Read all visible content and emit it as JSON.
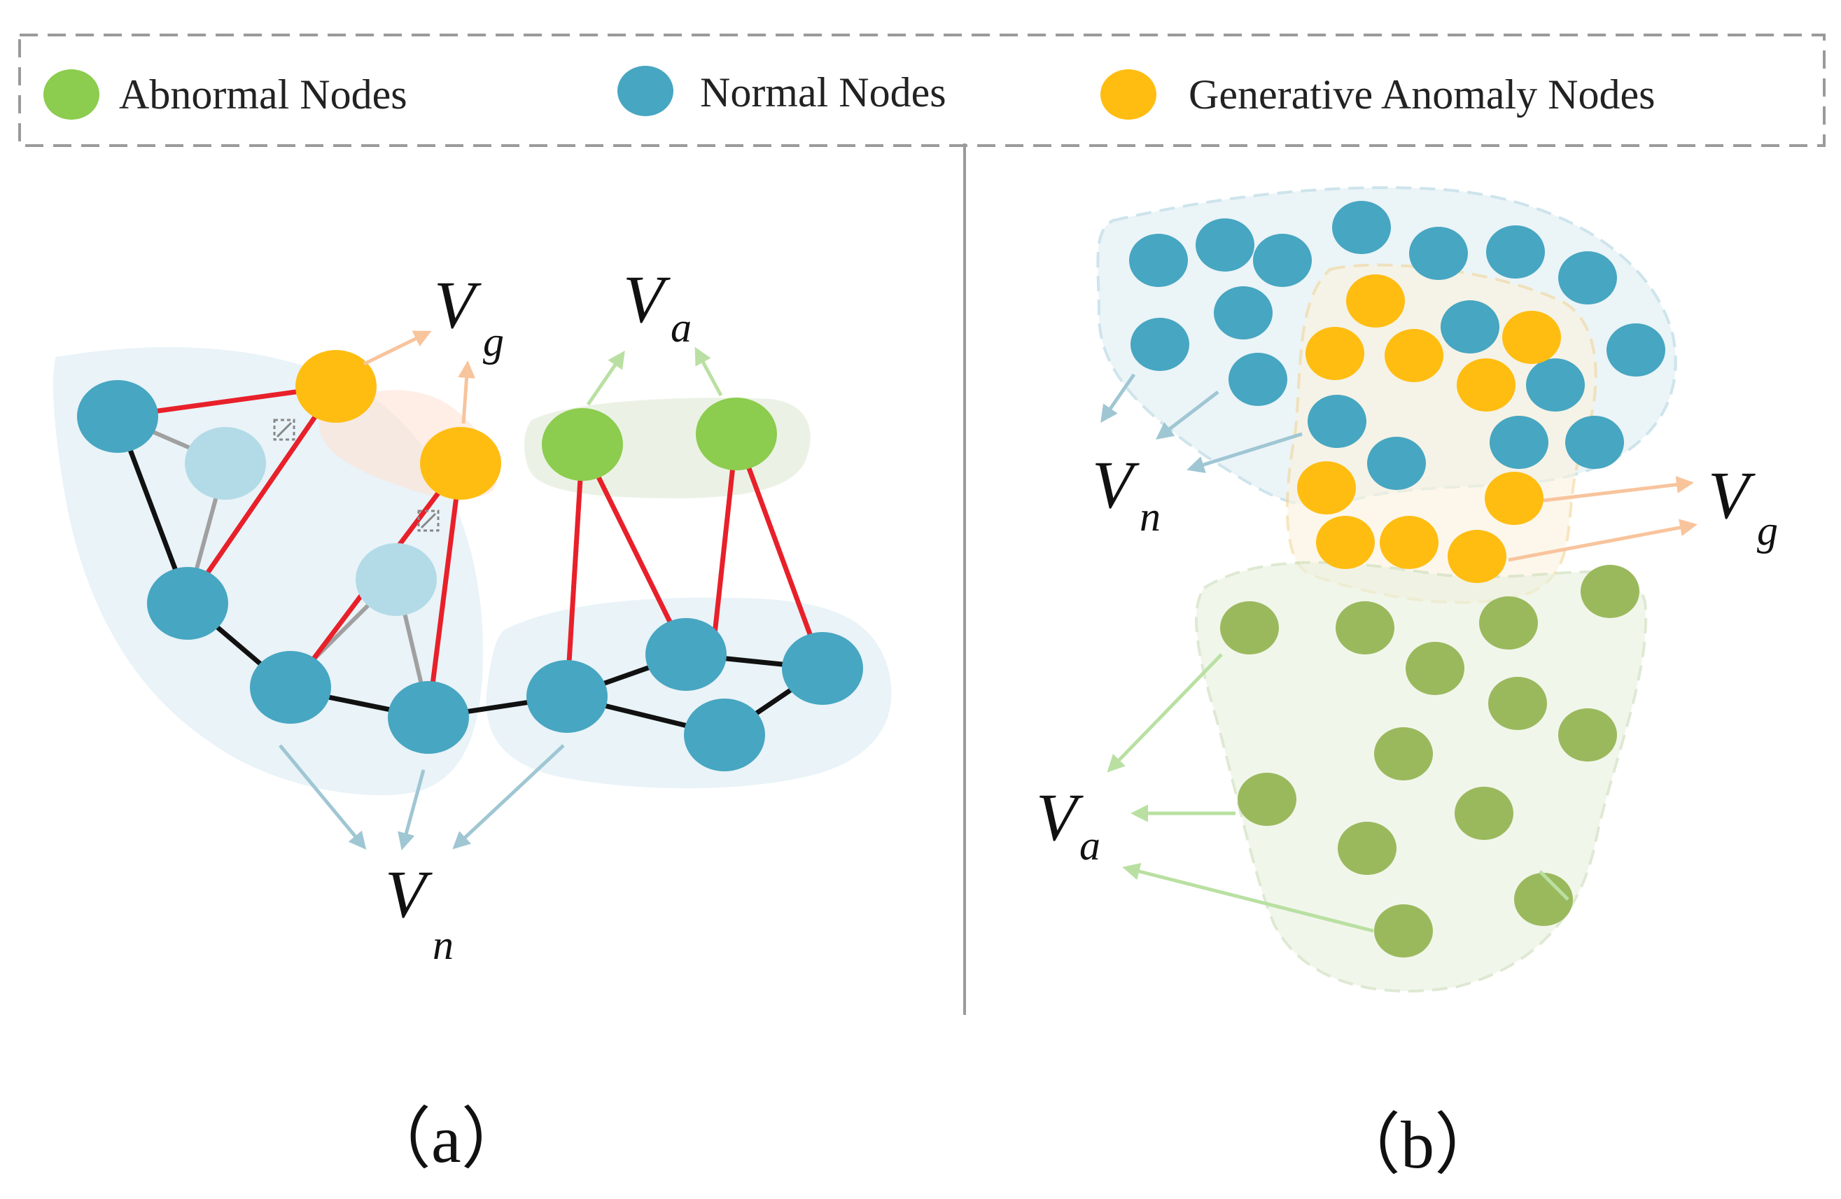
{
  "legend": {
    "items": [
      {
        "label": "Abnormal Nodes",
        "color": "#8ccc4e"
      },
      {
        "label": "Normal Nodes",
        "color": "#47a6c1"
      },
      {
        "label": "Generative Anomaly Nodes",
        "color": "#ffbd12"
      }
    ]
  },
  "panel_a": {
    "caption": "（a）",
    "labels": {
      "vg": {
        "letter": "V",
        "sub": "g"
      },
      "va": {
        "letter": "V",
        "sub": "a"
      },
      "vn": {
        "letter": "V",
        "sub": "n"
      }
    }
  },
  "panel_b": {
    "caption": "（b）",
    "labels": {
      "vn": {
        "letter": "V",
        "sub": "n"
      },
      "vg": {
        "letter": "V",
        "sub": "g"
      },
      "va": {
        "letter": "V",
        "sub": "a"
      }
    }
  },
  "colors": {
    "normal": "#47a6c1",
    "normal_light": "#b3dbe7",
    "abnormal": "#8ccc4e",
    "abnormal_dark": "#9ab95d",
    "generative": "#ffbd12",
    "edge_red": "#e8202a",
    "edge_black": "#111111",
    "edge_gray": "#a0a0a0"
  }
}
